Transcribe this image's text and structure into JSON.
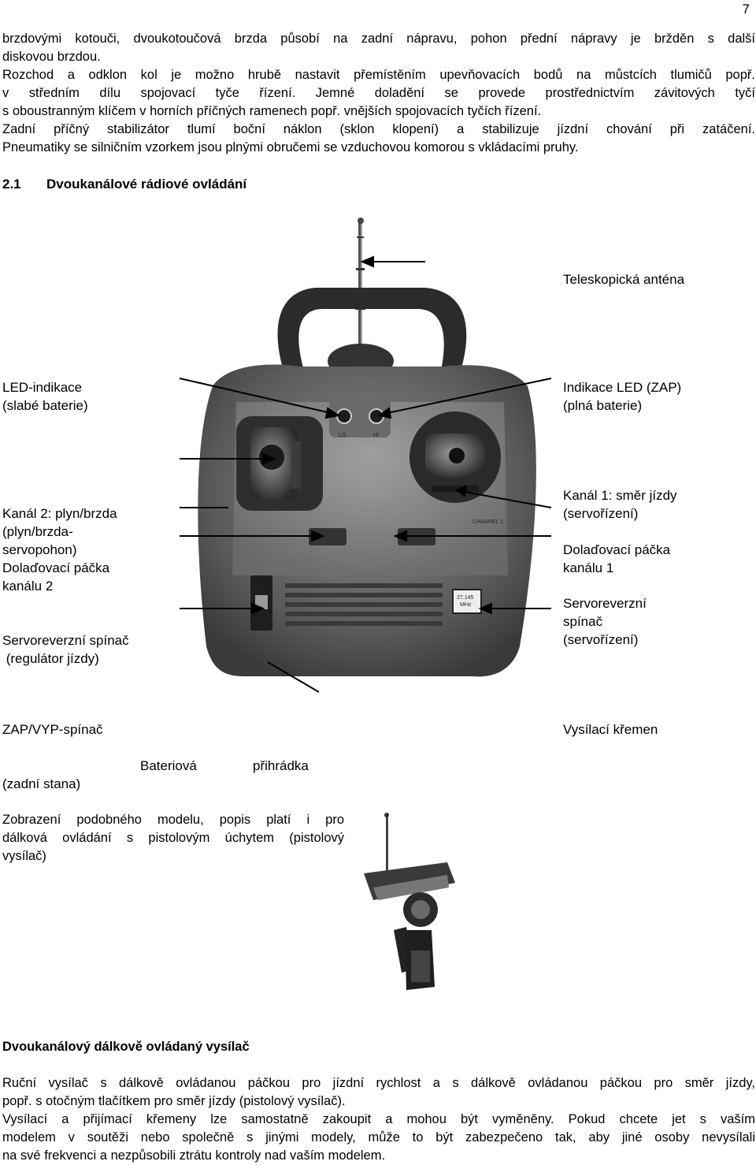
{
  "page_number": "7",
  "intro_lines": [
    "brzdovými kotouči, dvoukotoučová brzda působí na zadní nápravu, pohon přední nápravy je bržděn s další",
    "diskovou brzdou.",
    "Rozchod a odklon kol je možno hrubě nastavit přemístěním upevňovacích bodů na můstcích tlumičů popř.",
    "v středním dílu spojovací tyče řízení. Jemné doladění se provede prostřednictvím závitových tyčí",
    "s oboustranným klíčem v horních příčných ramenech popř. vnějších spojovacích tyčích řízení.",
    "Zadní příčný stabilizátor tlumí boční náklon (sklon klopení) a stabilizuje jízdní chování při zatáčení.",
    "Pneumatiky se silničním vzorkem jsou plnými obručemi se vzduchovou komorou s vkládacími pruhy."
  ],
  "section": {
    "number": "2.1",
    "title": "Dvoukanálové rádiové ovládání"
  },
  "labels": {
    "antenna": "Teleskopická anténa",
    "led_low": "LED-indikace\n(slabé baterie)",
    "led_on": "Indikace LED (ZAP)\n(plná baterie)",
    "ch2": "Kanál 2: plyn/brzda\n(plyn/brzda-\nservopohon)\nDolaďovací páčka\nkanálu 2",
    "servo_rev_left": "Servoreverzní spínač\n (regulátor jízdy)",
    "ch1": "Kanál 1: směr jízdy\n(servořízení)",
    "trim_ch1": "Dolaďovací páčka\nkanálu 1",
    "servo_rev_right": "Servoreverzní\nspínač\n(servořízení)",
    "onoff": "ZAP/VYP-spínač",
    "crystal": "Vysílací křemen",
    "battery_a": "Bateriová",
    "battery_b": "přihrádka",
    "rear": "(zadní stana)"
  },
  "transmitter_marks": {
    "low": "LO",
    "high": "HI",
    "crystal": "27.145\nMHz",
    "channel": "CHANNEL 1"
  },
  "model_note": [
    "Zobrazení podobného modelu, popis platí i pro",
    "dálková ovládání s pistolovým úchytem (pistolový",
    "vysílač)"
  ],
  "bottom_heading": "Dvoukanálový dálkově ovládaný vysílač",
  "bottom_lines": [
    "Ruční vysílač s dálkově ovládanou páčkou pro jízdní rychlost a s dálkově ovládanou páčkou pro směr jízdy,",
    "popř. s otočným tlačítkem pro směr jízdy (pistolový vysílač).",
    "Vysílací a přijímací křemeny lze samostatně zakoupit a mohou být vyměněny. Pokud chcete jet s vaším",
    "modelem v soutěži nebo společně s jinými modely, může to být zabezpečeno tak, aby jiné osoby nevysílali",
    "na své frekvenci a nezpůsobili ztrátu kontroly nad vaším modelem."
  ]
}
